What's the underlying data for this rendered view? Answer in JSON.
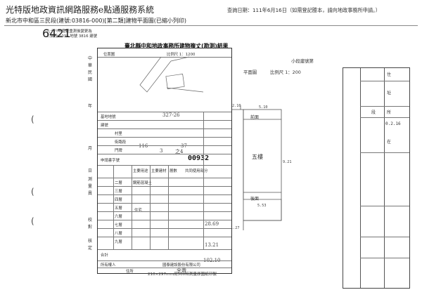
{
  "header": {
    "title": "光特版地政資訊網路服務e點通服務系統",
    "query_date": "查詢日期：111年6月16日（如需登記謄本，請向地政事務所申請。）",
    "subtitle": "新北市中和區三民段(建號:03816-000)[第二類]建物平面圖(已縮小列印)"
  },
  "document": {
    "stamp_lines": [
      "九十八年度經重測後變更為",
      "三民段 1035 地號 3816 建號"
    ],
    "title": "臺北縣中和地政事務所建物複丈(勘測)結果",
    "left_labels": [
      "中",
      "華",
      "民",
      "國",
      "年",
      "月",
      "日",
      "測",
      "量",
      "員",
      "校",
      "對",
      "核",
      "定"
    ],
    "form": {
      "location_map_label": "位置圖",
      "scale_label": "比例尺 1：1200",
      "lot_label": "基地地號",
      "lot_value": "327-26",
      "building_no_label": "建號",
      "village_label": "村里",
      "road_label": "街路段",
      "house_no_label": "門牌",
      "alley_value": "116",
      "lane_value": "37",
      "number_value": "3",
      "number_suffix": "之4",
      "apply_label": "申請書字號",
      "apply_no": "00932",
      "columns": [
        "主要用途",
        "主要建材",
        "層數",
        "共同使用部分"
      ],
      "floors": [
        "二層",
        "三層",
        "四層",
        "五層",
        "六層",
        "七層",
        "八層",
        "九層"
      ],
      "material": "鋼筋混凝土",
      "use": "住宅",
      "area_1": "28.69",
      "area_2": "13.21",
      "total_label": "合計",
      "total_value": "102.10",
      "owner_label": "所有權人",
      "address_label": "住所",
      "handwritten_owner": "全壽",
      "issuer": "國泰建設股份有限公司"
    },
    "plan": {
      "scale_label": "比例尺 1：200",
      "floor_plan_label": "平面圖",
      "lot_caption": "小段建號第",
      "building_number": "6421",
      "floor_name": "五樓",
      "top_room": "前面",
      "bottom_room": "後面",
      "dimensions": [
        "2.10",
        "5.10",
        "5.53",
        "1.27",
        "9.21"
      ]
    },
    "right_panel": {
      "labels": [
        "住",
        "址",
        "段",
        "所",
        "在"
      ],
      "notes": [
        "0.2.16"
      ]
    },
    "footer": "210×297mm用500特測量原圖紙印製"
  }
}
